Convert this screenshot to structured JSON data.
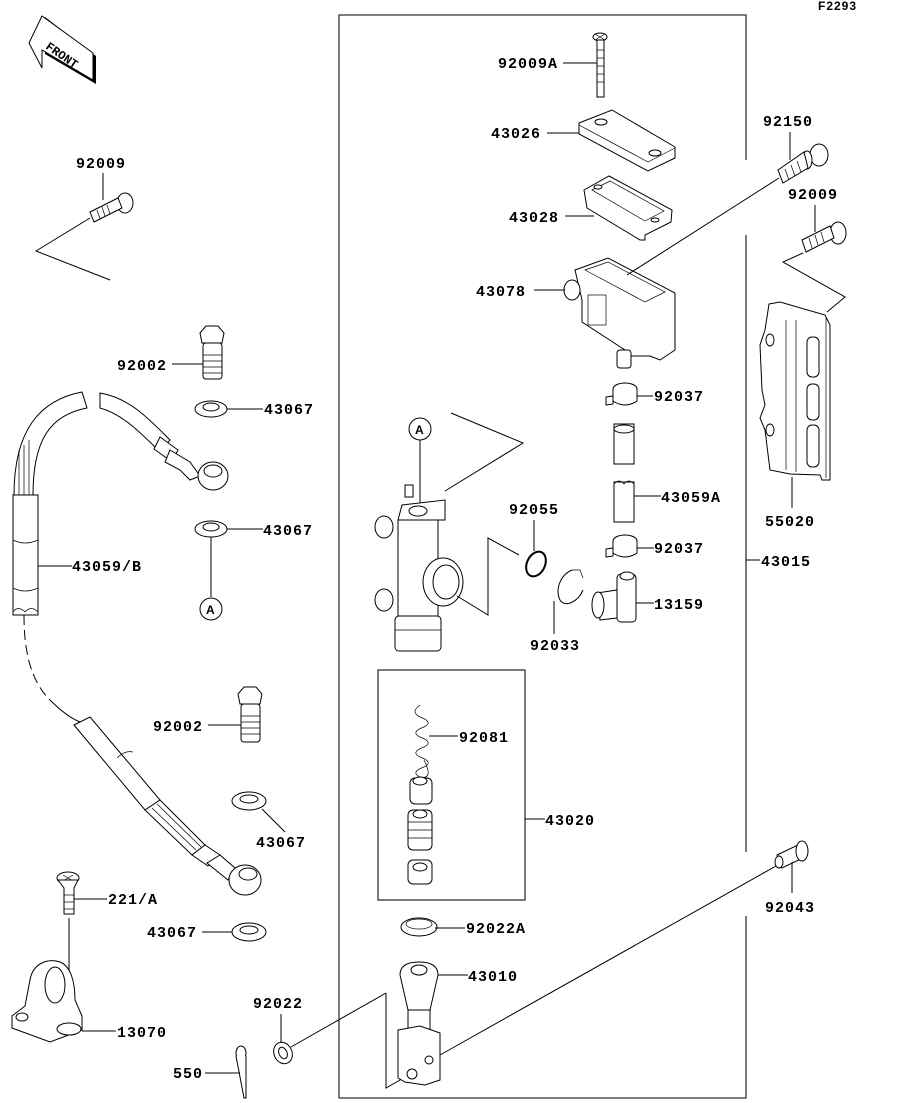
{
  "diagram": {
    "code": "F2293",
    "front_marker": "FRONT",
    "ref_marker": "A",
    "labels": {
      "p92009_left": "92009",
      "p92009A": "92009A",
      "p43026": "43026",
      "p43028": "43028",
      "p43078": "43078",
      "p92150": "92150",
      "p92009_right": "92009",
      "p92002_top": "92002",
      "p43067_a": "43067",
      "p43067_b": "43067",
      "p43059B": "43059/B",
      "p92037_a": "92037",
      "p43059A": "43059A",
      "p92037_b": "92037",
      "p55020": "55020",
      "p43015": "43015",
      "p92055": "92055",
      "p13159": "13159",
      "p92033": "92033",
      "p92081": "92081",
      "p43020": "43020",
      "p92002_bottom": "92002",
      "p43067_c": "43067",
      "p43067_d": "43067",
      "p221A": "221/A",
      "p13070": "13070",
      "p92043": "92043",
      "p92022A": "92022A",
      "p43010": "43010",
      "p92022": "92022",
      "p550": "550"
    }
  }
}
